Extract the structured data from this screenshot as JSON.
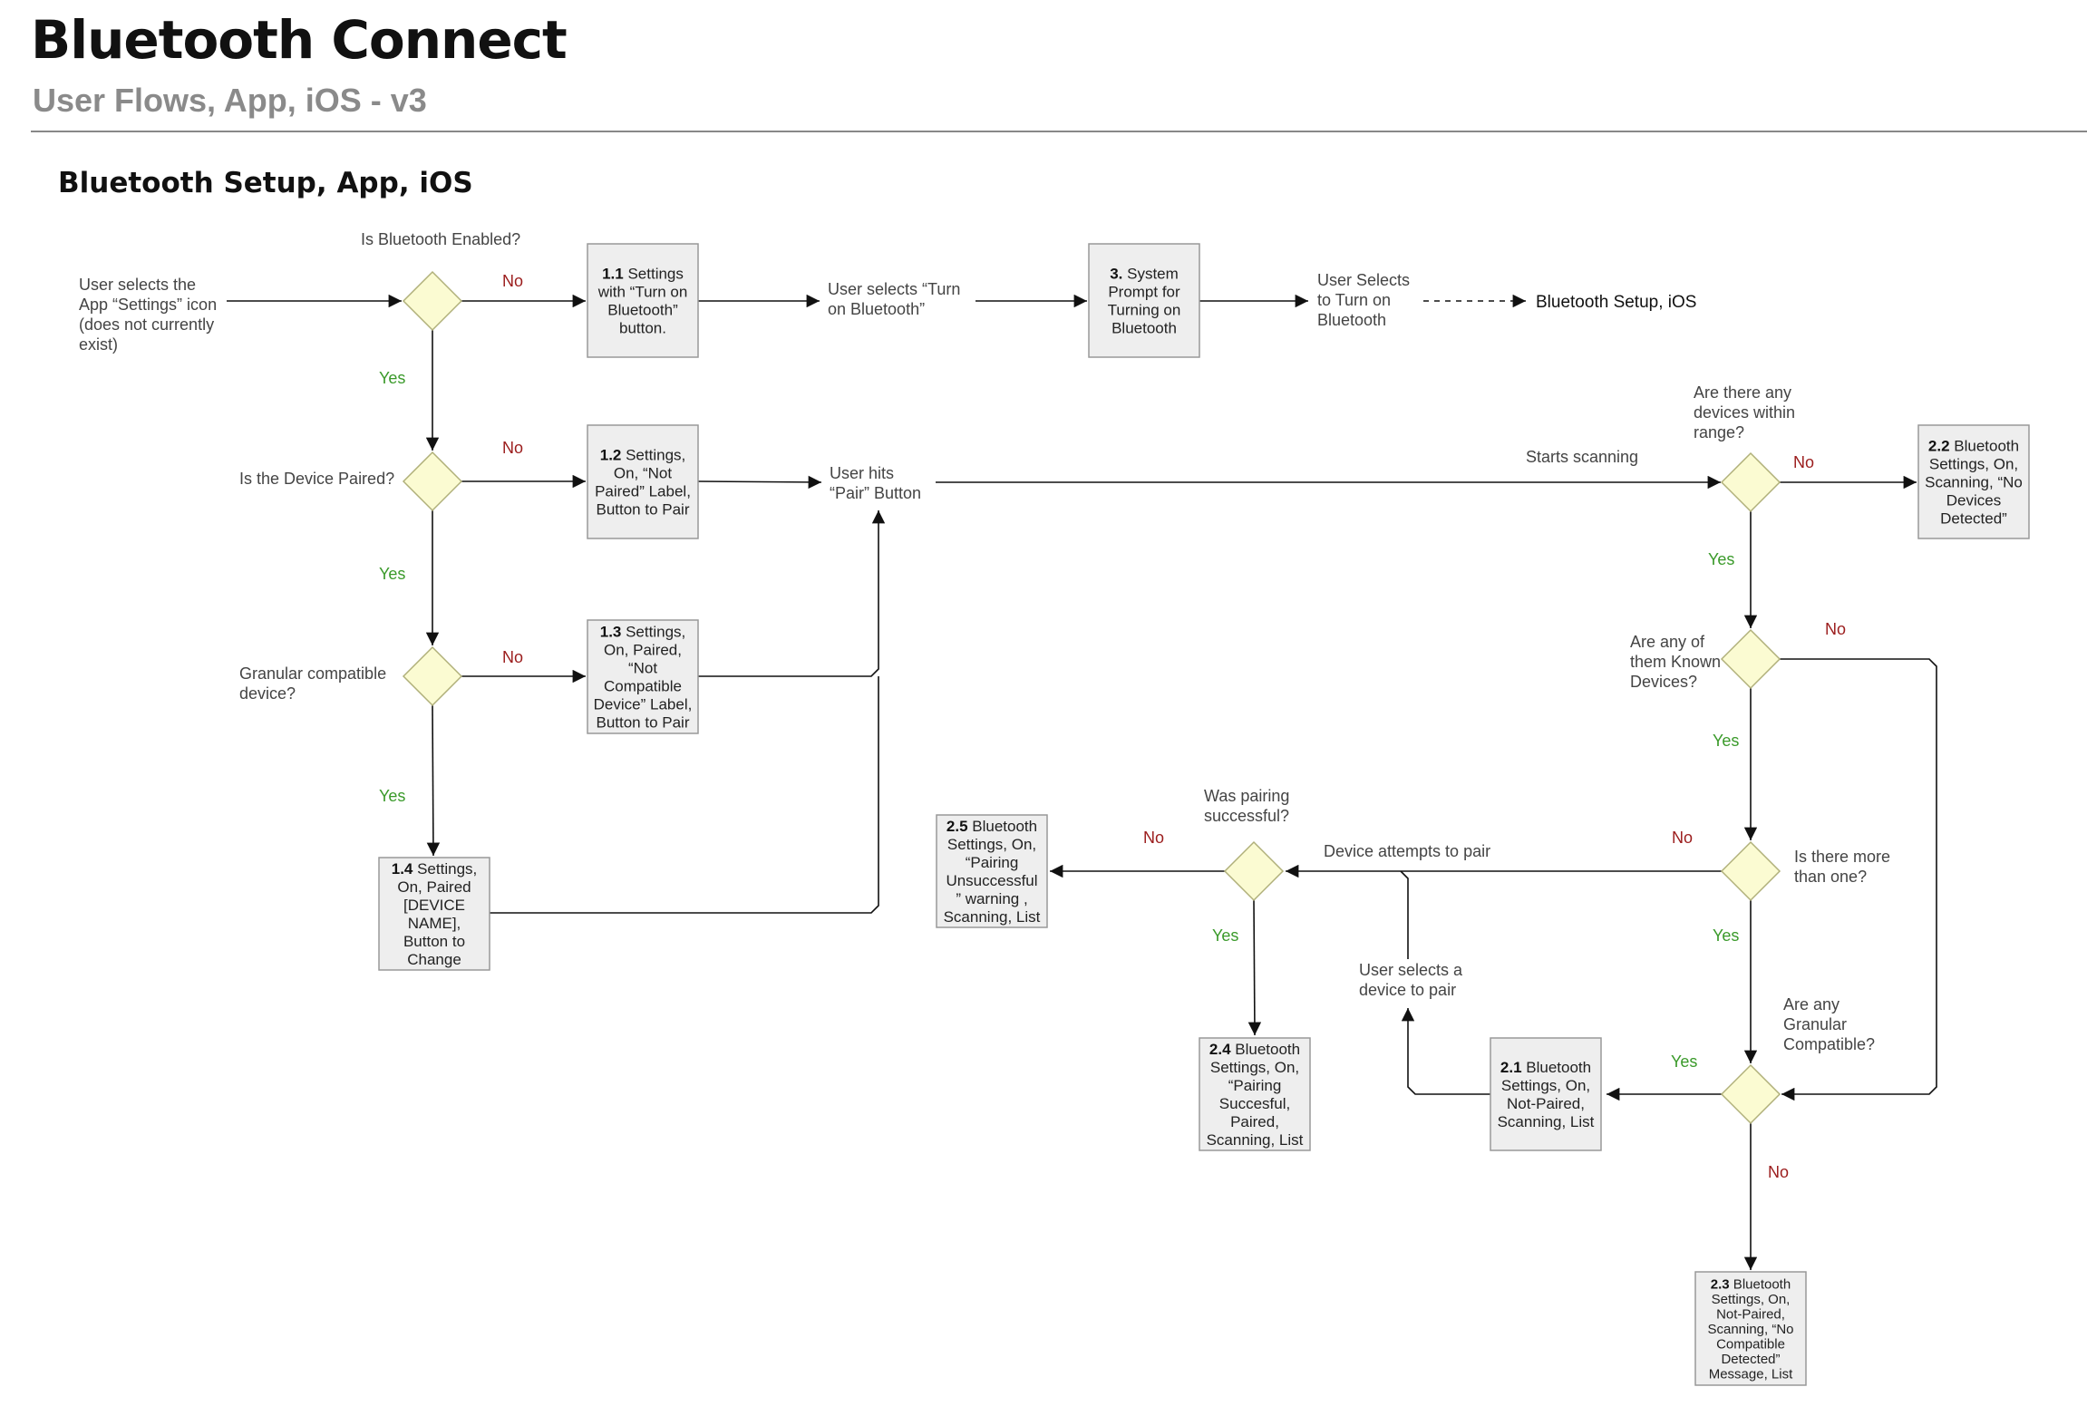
{
  "header": {
    "title": "Bluetooth Connect",
    "subtitle": "User Flows, App, iOS - v3"
  },
  "section": {
    "title": "Bluetooth Setup, App, iOS"
  },
  "labels": {
    "yes": "Yes",
    "no": "No"
  },
  "colors": {
    "yes": "#3a9a2a",
    "no": "#9b1c1c",
    "decision_fill": "#fbfbd2",
    "decision_stroke": "#b0b07a",
    "box_fill": "#eeeeee",
    "box_stroke": "#999999",
    "text": "#444444"
  },
  "nodes": {
    "start": {
      "lines": [
        "User selects the",
        "App “Settings” icon",
        "(does not currently",
        "exist)"
      ]
    },
    "d_bt_enabled": {
      "question": [
        "Is Bluetooth Enabled?"
      ]
    },
    "d_paired": {
      "question": [
        "Is the Device Paired?"
      ]
    },
    "d_granular": {
      "question": [
        "Granular compatible",
        "device?"
      ]
    },
    "box_1_1": {
      "num": "1.1",
      "lines": [
        " Settings",
        "with “Turn on",
        "Bluetooth”",
        "button."
      ]
    },
    "box_1_2": {
      "num": "1.2",
      "lines": [
        " Settings,",
        "On, “Not",
        "Paired” Label,",
        "Button to Pair"
      ]
    },
    "box_1_3": {
      "num": "1.3",
      "lines": [
        " Settings,",
        "On, Paired,",
        "“Not",
        "Compatible",
        "Device” Label,",
        "Button to Pair"
      ]
    },
    "box_1_4": {
      "num": "1.4",
      "lines": [
        " Settings,",
        "On, Paired",
        "[DEVICE",
        "NAME],",
        "Button to",
        "Change"
      ]
    },
    "box_3": {
      "num": "3.",
      "lines": [
        " System",
        "Prompt for",
        "Turning on",
        "Bluetooth"
      ]
    },
    "act_turn_on": {
      "lines": [
        "User selects “Turn",
        "on Bluetooth”"
      ]
    },
    "act_user_selects_turn_on": {
      "lines": [
        "User Selects",
        "to Turn on",
        "Bluetooth"
      ]
    },
    "link_setup_ios": {
      "lines": [
        "Bluetooth Setup, iOS"
      ]
    },
    "act_pair": {
      "lines": [
        "User hits",
        "“Pair” Button"
      ]
    },
    "act_scanning": {
      "lines": [
        "Starts scanning"
      ]
    },
    "d_devices_range": {
      "question": [
        "Are there any",
        "devices within",
        "range?"
      ]
    },
    "box_2_2": {
      "num": "2.2",
      "lines": [
        " Bluetooth",
        "Settings, On,",
        "Scanning, “No",
        "Devices",
        "Detected”"
      ]
    },
    "d_known": {
      "question": [
        "Are any of",
        "them Known",
        "Devices?"
      ]
    },
    "d_more_than_one": {
      "question": [
        "Is there more",
        "than one?"
      ]
    },
    "d_any_granular": {
      "question": [
        "Are any",
        "Granular",
        "Compatible?"
      ]
    },
    "box_2_1": {
      "num": "2.1",
      "lines": [
        " Bluetooth",
        "Settings, On,",
        "Not-Paired,",
        "Scanning, List"
      ]
    },
    "box_2_3": {
      "num": "2.3",
      "lines": [
        " Bluetooth",
        "Settings, On,",
        "Not-Paired,",
        "Scanning, “No",
        "Compatible",
        "Detected”",
        "Message, List"
      ]
    },
    "act_select_device": {
      "lines": [
        "User selects a",
        "device to pair"
      ]
    },
    "act_attempt": {
      "lines": [
        "Device attempts to pair"
      ]
    },
    "d_pair_success": {
      "question": [
        "Was pairing",
        "successful?"
      ]
    },
    "box_2_4": {
      "num": "2.4",
      "lines": [
        " Bluetooth",
        "Settings, On,",
        "“Pairing",
        "Succesful,",
        "Paired,",
        "Scanning, List"
      ]
    },
    "box_2_5": {
      "num": "2.5",
      "lines": [
        " Bluetooth",
        "Settings, On,",
        "“Pairing",
        "Unsuccessful",
        "” warning ,",
        "Scanning, List"
      ]
    }
  }
}
